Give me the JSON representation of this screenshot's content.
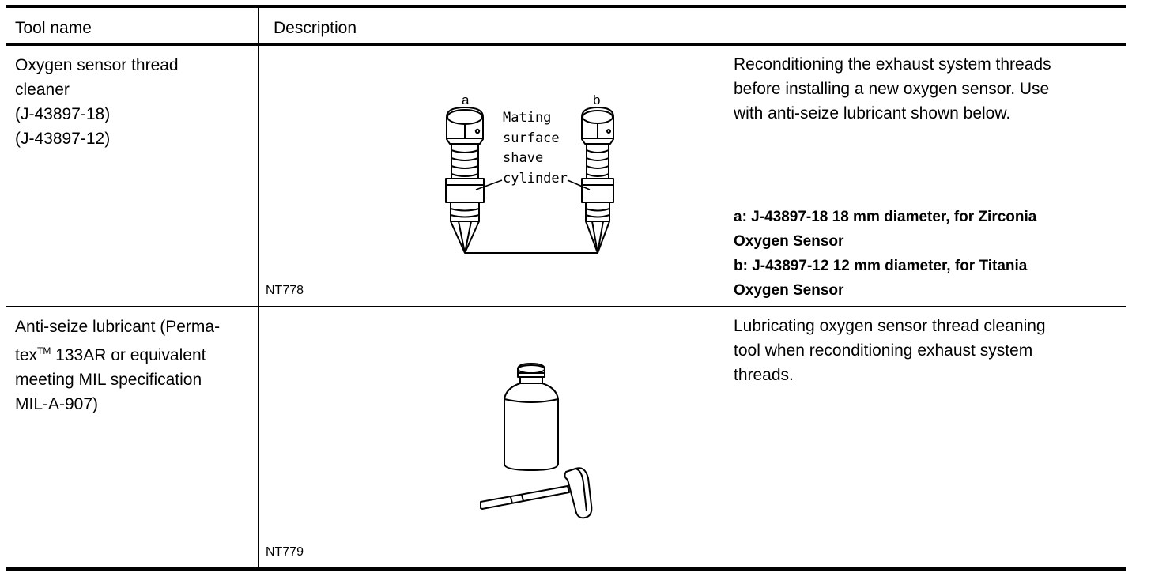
{
  "header": {
    "tool_name": "Tool name",
    "description": "Description"
  },
  "rows": [
    {
      "tool_lines": [
        "Oxygen sensor thread",
        "cleaner",
        "(J-43897-18)",
        "(J-43897-12)"
      ],
      "description_lines": [
        "Reconditioning the exhaust system threads",
        "before installing a new oxygen sensor. Use",
        "with anti-seize lubricant shown below."
      ],
      "variant_lines": [
        "a: J-43897-18 18 mm diameter, for Zirconia",
        "Oxygen Sensor",
        "b: J-43897-12 12 mm diameter, for Titania",
        "Oxygen Sensor"
      ],
      "figure": {
        "code": "NT778",
        "label_a": "a",
        "label_b": "b",
        "callout_lines": [
          "Mating",
          "surface",
          "shave",
          "cylinder"
        ]
      }
    },
    {
      "tool_line1_pre": "Anti-seize lubricant (Perma-",
      "tool_line2_pre": "tex",
      "tool_line2_sup": "TM",
      "tool_line2_post": " 133AR or equivalent",
      "tool_line3": "meeting MIL specification",
      "tool_line4": "MIL-A-907)",
      "description_lines": [
        "Lubricating oxygen sensor thread cleaning",
        "tool when reconditioning exhaust system",
        "threads."
      ],
      "figure": {
        "code": "NT779"
      }
    }
  ]
}
